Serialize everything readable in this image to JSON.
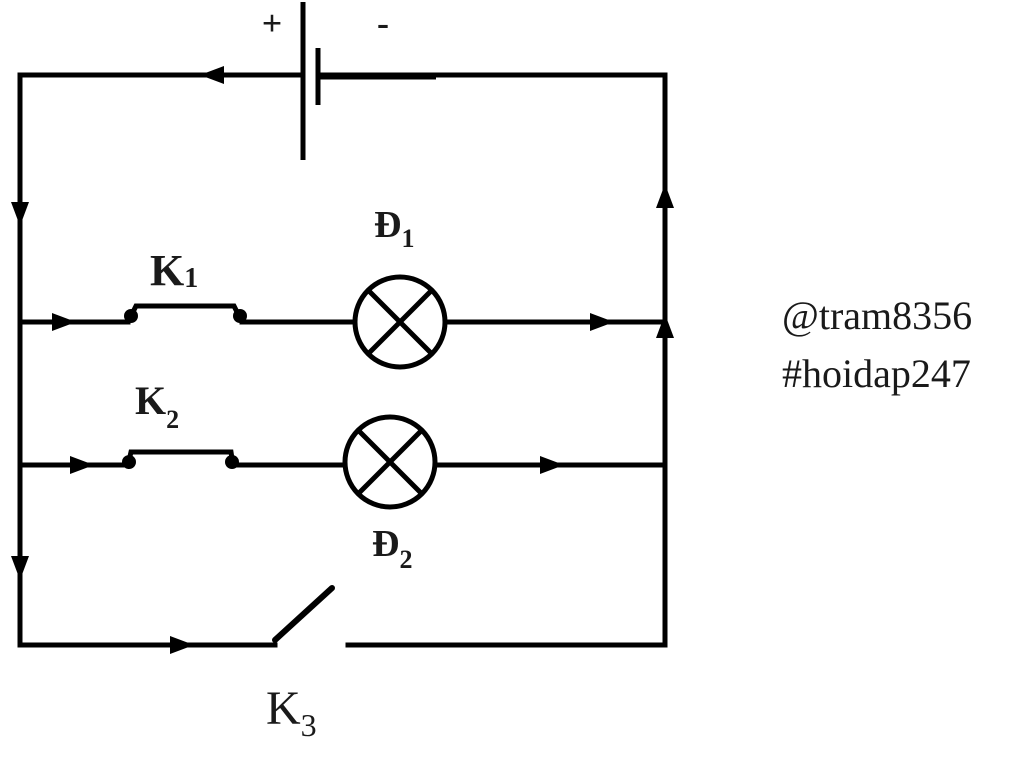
{
  "battery": {
    "plus_label": "+",
    "minus_label": "-"
  },
  "components": {
    "k1": {
      "letter": "K",
      "sub": "1"
    },
    "k2": {
      "letter": "K",
      "sub": "2"
    },
    "k3": {
      "letter": "K",
      "sub": "3"
    },
    "d1": {
      "letter": "Đ",
      "sub": "1"
    },
    "d2": {
      "letter": "Đ",
      "sub": "2"
    }
  },
  "watermark": {
    "line1": "@tram8356",
    "line2": "#hoidap247"
  },
  "colors": {
    "stroke": "#000000",
    "text": "#1a1a1a",
    "background": "#ffffff"
  }
}
